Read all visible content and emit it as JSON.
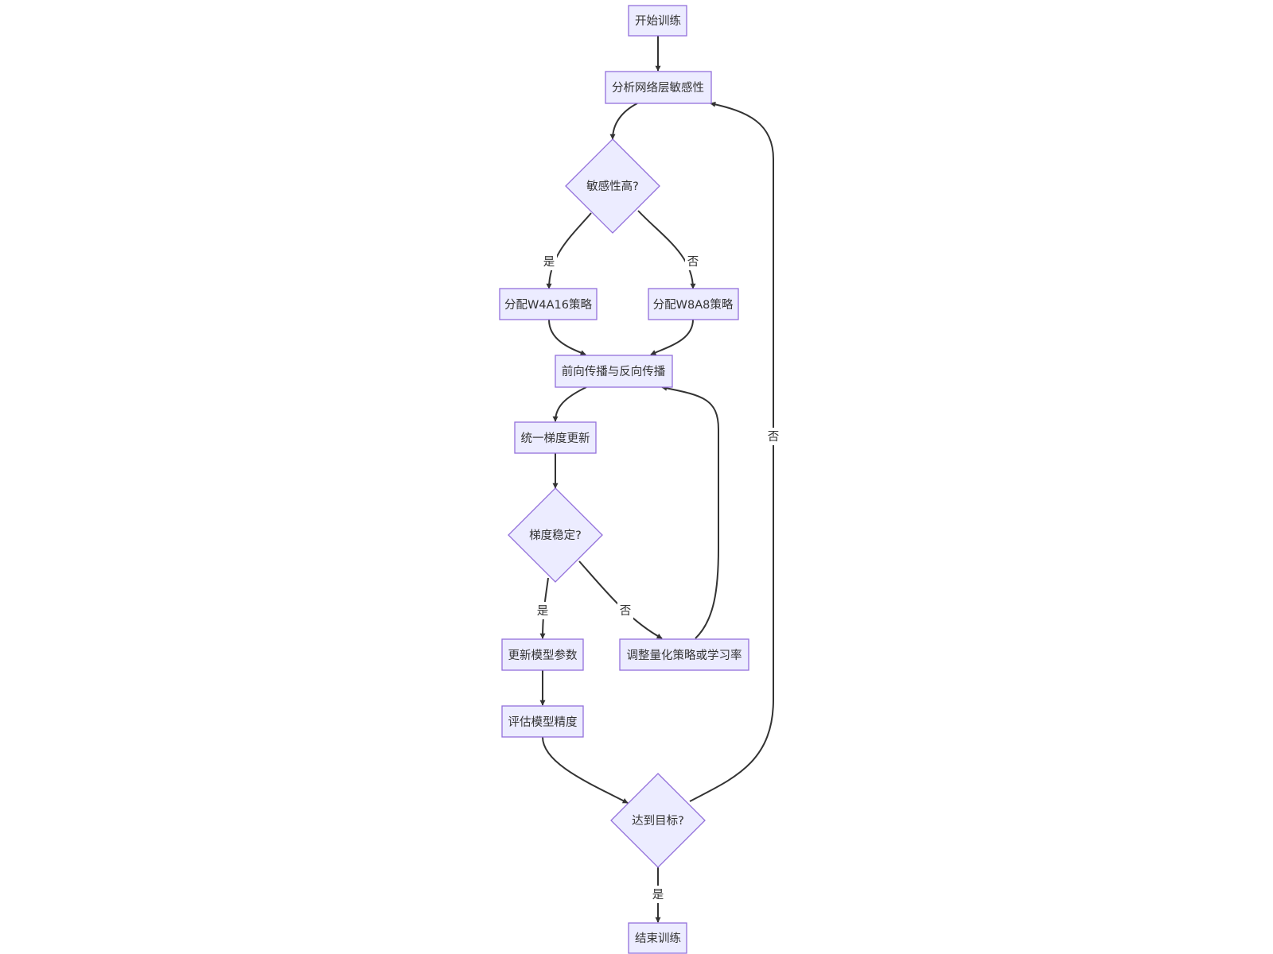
{
  "diagram": {
    "nodes": {
      "start": {
        "label": "开始训练"
      },
      "analyze": {
        "label": "分析网络层敏感性"
      },
      "sens_q": {
        "label": "敏感性高?"
      },
      "w4a16": {
        "label": "分配W4A16策略"
      },
      "w8a8": {
        "label": "分配W8A8策略"
      },
      "propagate": {
        "label": "前向传播与反向传播"
      },
      "grad_update": {
        "label": "统一梯度更新"
      },
      "grad_q": {
        "label": "梯度稳定?"
      },
      "update_params": {
        "label": "更新模型参数"
      },
      "adjust": {
        "label": "调整量化策略或学习率"
      },
      "evaluate": {
        "label": "评估模型精度"
      },
      "target_q": {
        "label": "达到目标?"
      },
      "end": {
        "label": "结束训练"
      }
    },
    "edges": [
      {
        "from": "start",
        "to": "analyze",
        "label": ""
      },
      {
        "from": "analyze",
        "to": "sens_q",
        "label": ""
      },
      {
        "from": "sens_q",
        "to": "w4a16",
        "label": "是"
      },
      {
        "from": "sens_q",
        "to": "w8a8",
        "label": "否"
      },
      {
        "from": "w4a16",
        "to": "propagate",
        "label": ""
      },
      {
        "from": "w8a8",
        "to": "propagate",
        "label": ""
      },
      {
        "from": "propagate",
        "to": "grad_update",
        "label": ""
      },
      {
        "from": "grad_update",
        "to": "grad_q",
        "label": ""
      },
      {
        "from": "grad_q",
        "to": "update_params",
        "label": "是"
      },
      {
        "from": "grad_q",
        "to": "adjust",
        "label": "否"
      },
      {
        "from": "adjust",
        "to": "propagate",
        "label": ""
      },
      {
        "from": "update_params",
        "to": "evaluate",
        "label": ""
      },
      {
        "from": "evaluate",
        "to": "target_q",
        "label": ""
      },
      {
        "from": "target_q",
        "to": "end",
        "label": "是"
      },
      {
        "from": "target_q",
        "to": "analyze",
        "label": "否"
      }
    ]
  },
  "colors": {
    "node_fill": "#ececff",
    "node_stroke": "#9370db",
    "edge": "#333333",
    "text": "#333333"
  }
}
